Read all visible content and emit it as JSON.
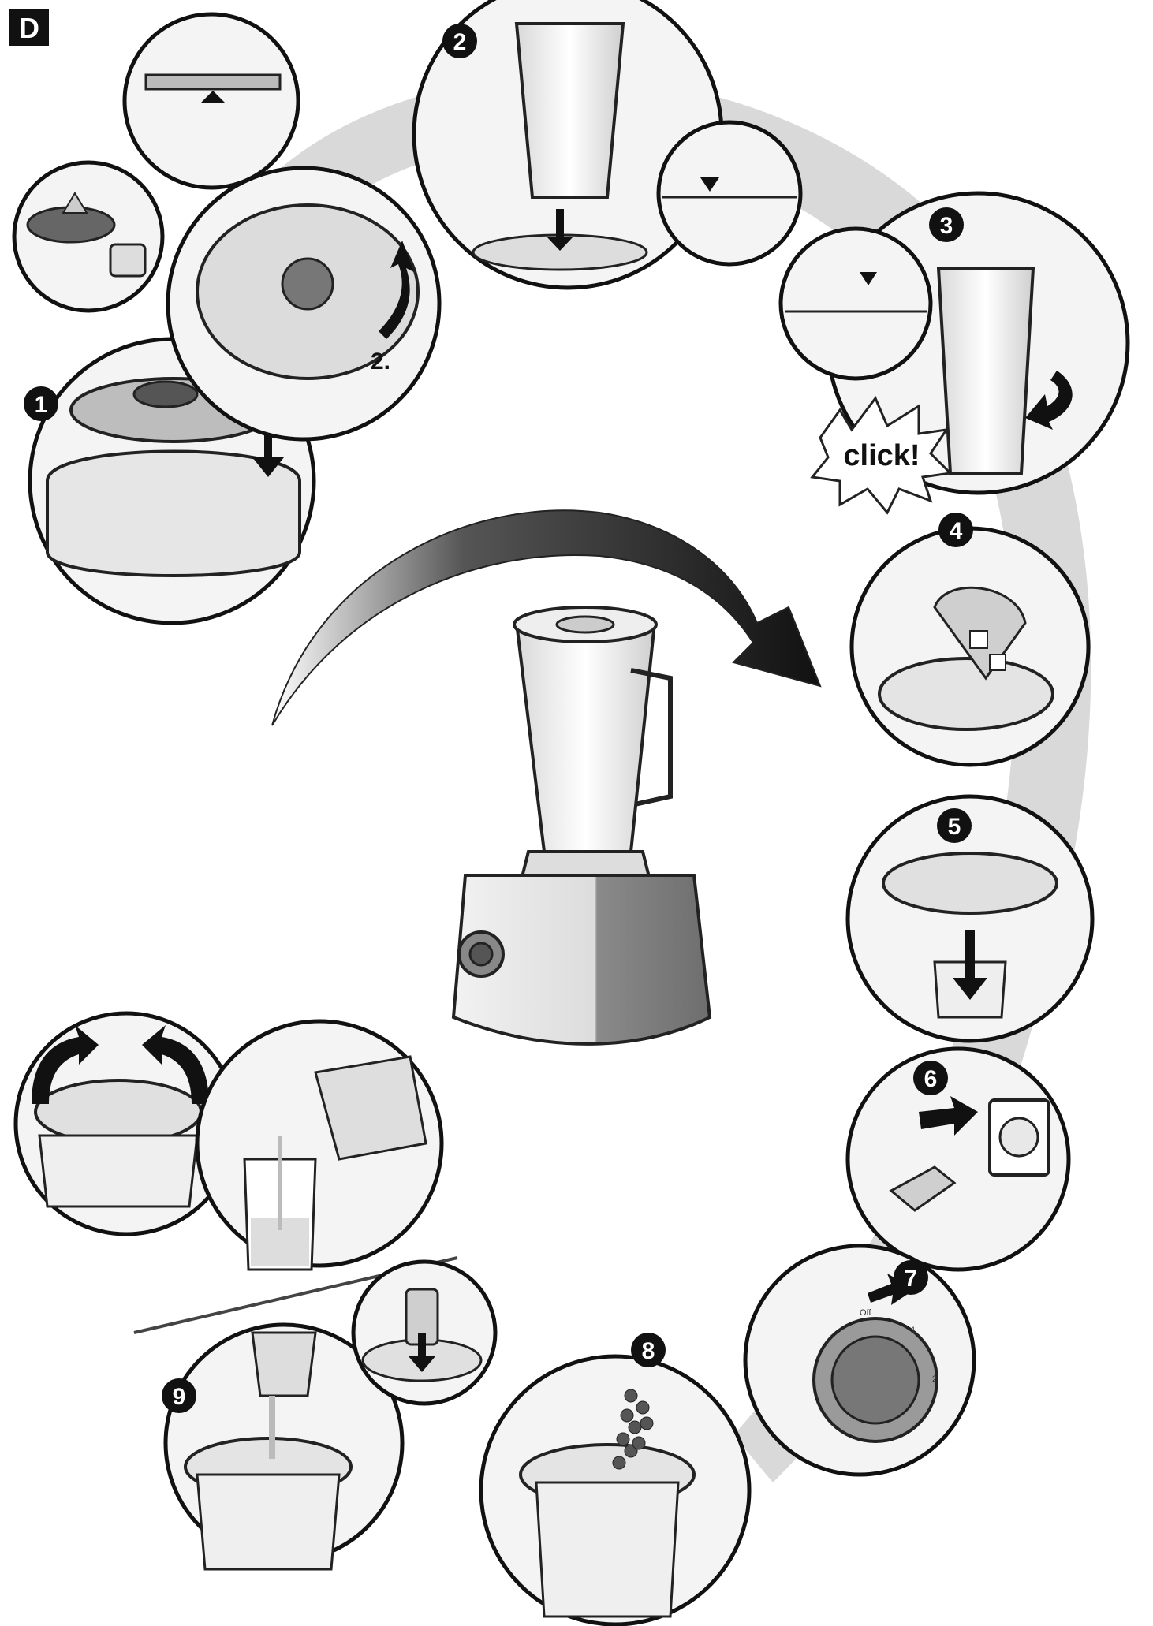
{
  "figure": {
    "badge": "D",
    "steps": [
      {
        "number": "1",
        "labels": [
          "1."
        ]
      },
      {
        "number": "",
        "labels": [
          "2."
        ]
      },
      {
        "number": "2",
        "labels": []
      },
      {
        "number": "3",
        "labels": [
          "click!"
        ]
      },
      {
        "number": "4",
        "labels": []
      },
      {
        "number": "5",
        "labels": []
      },
      {
        "number": "6",
        "labels": []
      },
      {
        "number": "7",
        "labels": [
          "Off",
          "1",
          "2"
        ]
      },
      {
        "number": "8",
        "labels": []
      },
      {
        "number": "9",
        "labels": []
      }
    ]
  },
  "colors": {
    "ink": "#111111",
    "ring_grey": "#c8c8c8",
    "panel_fill": "#f4f4f4",
    "badge_fill": "#111111"
  },
  "icons": [
    "blade-assembly-icon",
    "dishwasher-safe-icon",
    "rotate-arrow-icon",
    "down-arrow-icon",
    "power-plug-icon",
    "wall-socket-icon",
    "speed-dial-icon",
    "blender-icon",
    "curved-arrow-icon"
  ]
}
